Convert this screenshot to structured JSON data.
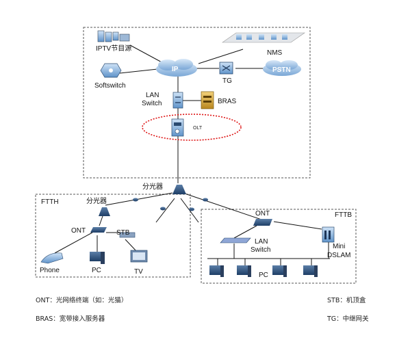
{
  "nodes": {
    "iptv": "IPTV节目源",
    "nms": "NMS",
    "ip": "IP",
    "tg": "TG",
    "pstn": "PSTN",
    "softswitch": "Softswitch",
    "lan_switch_core": [
      "LAN",
      "Switch"
    ],
    "bras": "BRAS",
    "olt": "OLT",
    "splitter_main": "分光器",
    "ftth": "FTTH",
    "ftth_splitter": "分光器",
    "ftth_ont": "ONT",
    "stb": "STB",
    "phone": "Phone",
    "ftth_pc": "PC",
    "tv": "TV",
    "fttb": "FTTB",
    "fttb_ont": "ONT",
    "lan_switch_fttb": [
      "LAN",
      "Switch"
    ],
    "mini_dslam": [
      "Mini",
      "DSLAM"
    ],
    "fttb_pc": "PC"
  },
  "legend": {
    "ont": "ONT：光网络终端（如：光猫）",
    "stb": "STB：机顶盒",
    "bras": "BRAS：宽带接入服务器",
    "tg": "TG：中继网关"
  }
}
